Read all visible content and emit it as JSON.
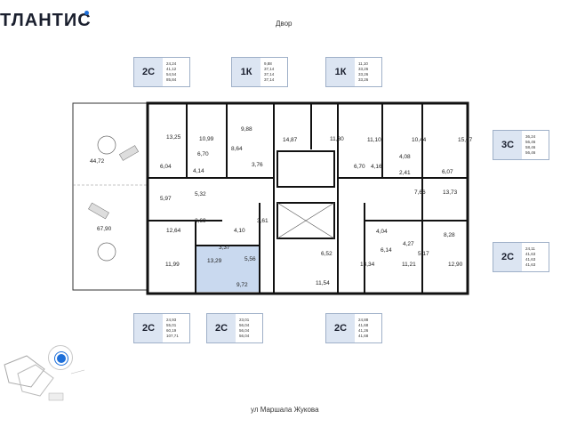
{
  "brand": {
    "logo_text": "ТЛАНТИС"
  },
  "streets": {
    "top": "Двор",
    "bottom": "ул Маршала Жукова"
  },
  "badges": [
    {
      "code": "2С",
      "values": [
        "24,24",
        "41,12",
        "54,54",
        "85,84"
      ]
    },
    {
      "code": "1К",
      "values": [
        "9,88",
        "37,14",
        "37,14",
        "37,14"
      ]
    },
    {
      "code": "1К",
      "values": [
        "11,10",
        "33,26",
        "33,26",
        "33,26"
      ]
    },
    {
      "code": "3С",
      "values": [
        "36,24",
        "56,46",
        "58,46",
        "56,46"
      ]
    },
    {
      "code": "2С",
      "values": [
        "24,11",
        "41,63",
        "41,63",
        "41,63"
      ]
    },
    {
      "code": "2С",
      "values": [
        "24,93",
        "55,01",
        "60,19",
        "107,71"
      ]
    },
    {
      "code": "2С",
      "values": [
        "23,01",
        "56,04",
        "56,04",
        "56,04"
      ]
    },
    {
      "code": "2С",
      "values": [
        "24,88",
        "41,68",
        "41,26",
        "41,68"
      ]
    }
  ],
  "room_areas": {
    "r1": "13,25",
    "r2": "10,99",
    "r3": "9,88",
    "r4": "14,87",
    "r5": "11,30",
    "r6": "11,10",
    "r7": "10,44",
    "r8": "15,07",
    "r9": "44,72",
    "r10": "6,70",
    "r11": "8,64",
    "r12": "6,04",
    "r13": "4,14",
    "r14": "3,76",
    "r15": "6,70",
    "r16": "4,16",
    "r17": "4,08",
    "r18": "2,41",
    "r19": "6,07",
    "r20": "5,97",
    "r21": "5,32",
    "r22": "7,66",
    "r23": "13,73",
    "r24": "67,90",
    "r25": "3,69",
    "r26": "3,61",
    "r27": "12,64",
    "r28": "4,10",
    "r29": "3,37",
    "r30": "4,04",
    "r31": "4,27",
    "r32": "8,28",
    "r33": "13,29",
    "r34": "5,56",
    "r35": "6,52",
    "r36": "6,14",
    "r37": "5,17",
    "r38": "11,99",
    "r39": "9,72",
    "r40": "11,54",
    "r41": "13,34",
    "r42": "11,21",
    "r43": "12,90"
  },
  "highlight_color": "#c9d9ef"
}
